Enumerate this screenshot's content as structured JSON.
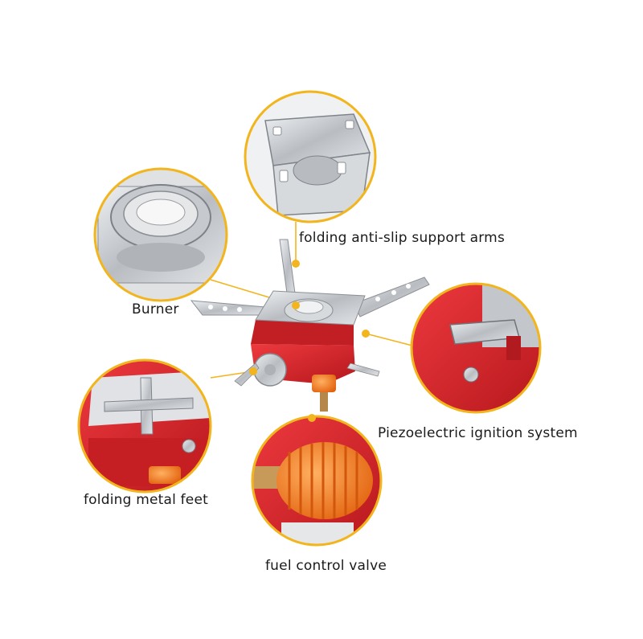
{
  "colors": {
    "callout_ring": "#f2b51e",
    "connector": "#f2b51e",
    "stove_red": "#d8262b",
    "stove_steel": "#c9ccd0",
    "valve_orange": "#f07a1c"
  },
  "labels": {
    "support_arms": "folding anti-slip support arms",
    "burner": "Burner",
    "ignition": "Piezoelectric ignition system",
    "feet": "folding metal feet",
    "valve": "fuel control valve"
  }
}
